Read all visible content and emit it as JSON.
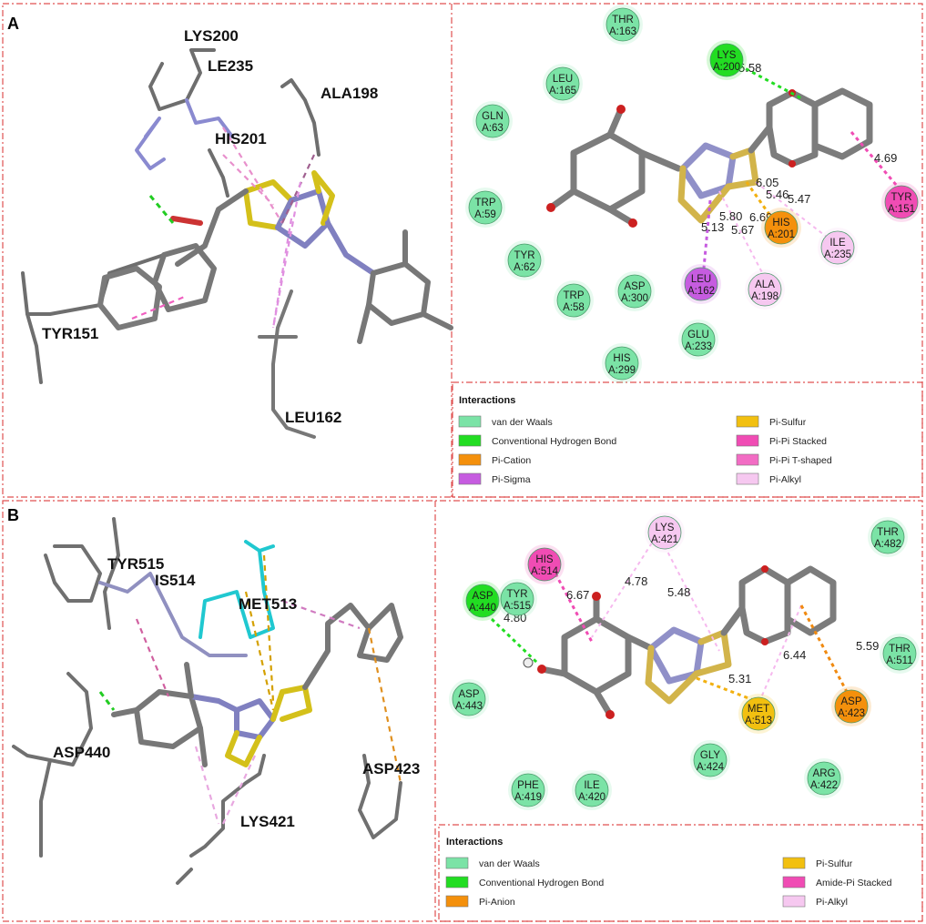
{
  "panels": {
    "A": {
      "letter": "A",
      "labels3d": [
        "LYS200",
        "LE235",
        "ALA198",
        "HIS201",
        "TYR151",
        "LEU162"
      ],
      "residues2d": [
        {
          "name": "THR",
          "num": "A:163",
          "type": "vdw"
        },
        {
          "name": "LYS",
          "num": "A:200",
          "type": "hbond"
        },
        {
          "name": "LEU",
          "num": "A:165",
          "type": "vdw"
        },
        {
          "name": "GLN",
          "num": "A:63",
          "type": "vdw"
        },
        {
          "name": "TRP",
          "num": "A:59",
          "type": "vdw"
        },
        {
          "name": "TYR",
          "num": "A:62",
          "type": "vdw"
        },
        {
          "name": "TRP",
          "num": "A:58",
          "type": "vdw"
        },
        {
          "name": "ASP",
          "num": "A:300",
          "type": "vdw"
        },
        {
          "name": "LEU",
          "num": "A:162",
          "type": "pisigma"
        },
        {
          "name": "ALA",
          "num": "A:198",
          "type": "pialkyl"
        },
        {
          "name": "HIS",
          "num": "A:201",
          "type": "pication"
        },
        {
          "name": "ILE",
          "num": "A:235",
          "type": "pialkyl"
        },
        {
          "name": "TYR",
          "num": "A:151",
          "type": "pipi"
        },
        {
          "name": "HIS",
          "num": "A:299",
          "type": "vdw"
        },
        {
          "name": "GLU",
          "num": "A:233",
          "type": "vdw"
        }
      ],
      "distances": [
        "5.58",
        "4.69",
        "6.05",
        "5.46",
        "5.47",
        "5.80",
        "6.69",
        "5.13",
        "5.67"
      ],
      "legend": {
        "title": "Interactions",
        "items": [
          {
            "label": "van der Waals",
            "color": "#7be3a6"
          },
          {
            "label": "Conventional Hydrogen Bond",
            "color": "#22dd22"
          },
          {
            "label": "Pi-Cation",
            "color": "#f4900c"
          },
          {
            "label": "Pi-Sigma",
            "color": "#c65ce0"
          },
          {
            "label": "Pi-Sulfur",
            "color": "#f2c010"
          },
          {
            "label": "Pi-Pi Stacked",
            "color": "#f04cb4"
          },
          {
            "label": "Pi-Pi T-shaped",
            "color": "#f26cc4"
          },
          {
            "label": "Pi-Alkyl",
            "color": "#f6c8f0"
          }
        ]
      }
    },
    "B": {
      "letter": "B",
      "labels3d": [
        "TYR515",
        "IS514",
        "MET513",
        "ASP440",
        "ASP423",
        "LYS421"
      ],
      "residues2d": [
        {
          "name": "LYS",
          "num": "A:421",
          "type": "pialkyl"
        },
        {
          "name": "THR",
          "num": "A:482",
          "type": "vdw"
        },
        {
          "name": "HIS",
          "num": "A:514",
          "type": "amidepi"
        },
        {
          "name": "ASP",
          "num": "A:440",
          "type": "hbond"
        },
        {
          "name": "TYR",
          "num": "A:515",
          "type": "vdw"
        },
        {
          "name": "THR",
          "num": "A:511",
          "type": "vdw"
        },
        {
          "name": "ASP",
          "num": "A:443",
          "type": "vdw"
        },
        {
          "name": "ASP",
          "num": "A:423",
          "type": "pianion"
        },
        {
          "name": "MET",
          "num": "A:513",
          "type": "pisulfur"
        },
        {
          "name": "GLY",
          "num": "A:424",
          "type": "vdw"
        },
        {
          "name": "ARG",
          "num": "A:422",
          "type": "vdw"
        },
        {
          "name": "PHE",
          "num": "A:419",
          "type": "vdw"
        },
        {
          "name": "ILE",
          "num": "A:420",
          "type": "vdw"
        }
      ],
      "distances": [
        "6.67",
        "4.78",
        "5.48",
        "4.80",
        "5.31",
        "6.44",
        "5.59"
      ],
      "legend": {
        "title": "Interactions",
        "items": [
          {
            "label": "van der Waals",
            "color": "#7be3a6"
          },
          {
            "label": "Conventional Hydrogen Bond",
            "color": "#22dd22"
          },
          {
            "label": "Pi-Anion",
            "color": "#f4900c"
          },
          {
            "label": "Pi-Sulfur",
            "color": "#f2c010"
          },
          {
            "label": "Amide-Pi Stacked",
            "color": "#f04cb4"
          },
          {
            "label": "Pi-Alkyl",
            "color": "#f6c8f0"
          }
        ]
      }
    }
  },
  "colors": {
    "vdw": "#7be3a6",
    "hbond": "#22dd22",
    "pication": "#f4900c",
    "pianion": "#f4900c",
    "pisigma": "#c65ce0",
    "pisulfur": "#f2c010",
    "pipi": "#f04cb4",
    "amidepi": "#f04cb4",
    "pialkyl": "#f6c8f0",
    "border": "#e04848"
  }
}
